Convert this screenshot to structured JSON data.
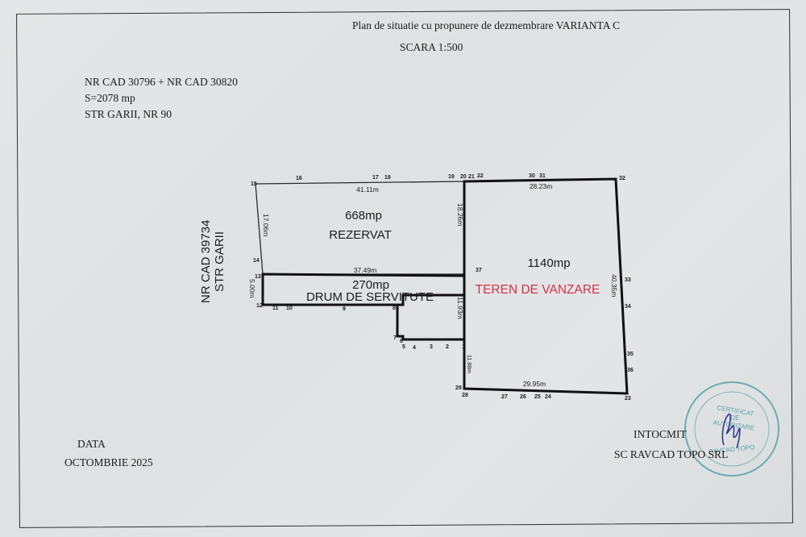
{
  "document": {
    "title": "Plan de situatie cu propunere de dezmembrare VARIANTA C",
    "scale": "SCARA 1:500",
    "property": {
      "cadastral": "NR CAD 30796 + NR CAD 30820",
      "area": "S=2078 mp",
      "address": "STR GARII, NR 90"
    },
    "neighbor": {
      "cadastral": "NR CAD 39734",
      "street": "STR GARII"
    },
    "date": {
      "label": "DATA",
      "value": "OCTOMBRIE 2025"
    },
    "author": {
      "label": "INTOCMIT",
      "company": "SC RAVCAD TOPO SRL"
    },
    "stamp": {
      "line1": "CERTIFICAT",
      "line2": "DE",
      "line3": "AUTORIZARE",
      "line4": "RAVCAD TOPO"
    }
  },
  "parcels": [
    {
      "id": "rezervat",
      "area": "668mp",
      "label": "REZERVAT",
      "color": "#1c1c1c"
    },
    {
      "id": "drum",
      "area": "270mp",
      "label": "DRUM DE SERVITUTE",
      "color": "#1c1c1c"
    },
    {
      "id": "vanzare",
      "area": "1140mp",
      "label": "TEREN DE VANZARE",
      "color": "#d2334a"
    }
  ],
  "dimensions": {
    "top_left": "41.11m",
    "top_right": "28.23m",
    "left_upper": "17.06m",
    "left_lower": "5.00m",
    "drum_top": "37.49m",
    "middle_upper": "18.26m",
    "middle_lower": "11.93m",
    "middle_bottom": "11.88m",
    "right": "40.35m",
    "bottom": "29.95m"
  },
  "points": {
    "p1": "1",
    "p2": "2",
    "p3": "3",
    "p4": "4",
    "p5": "5",
    "p6": "6",
    "p7": "7",
    "p8": "8",
    "p9": "9",
    "p10": "10",
    "p11": "11",
    "p12": "12",
    "p13": "13",
    "p14": "14",
    "p15": "15",
    "p16": "16",
    "p17": "17",
    "p18": "18",
    "p19": "19",
    "p20": "20",
    "p21": "21",
    "p22": "22",
    "p23": "23",
    "p24": "24",
    "p25": "25",
    "p26": "26",
    "p27": "27",
    "p28": "28",
    "p29": "29",
    "p30": "30",
    "p31": "31",
    "p32": "32",
    "p33": "33",
    "p34": "34",
    "p35": "35",
    "p36": "36",
    "p37": "37"
  }
}
